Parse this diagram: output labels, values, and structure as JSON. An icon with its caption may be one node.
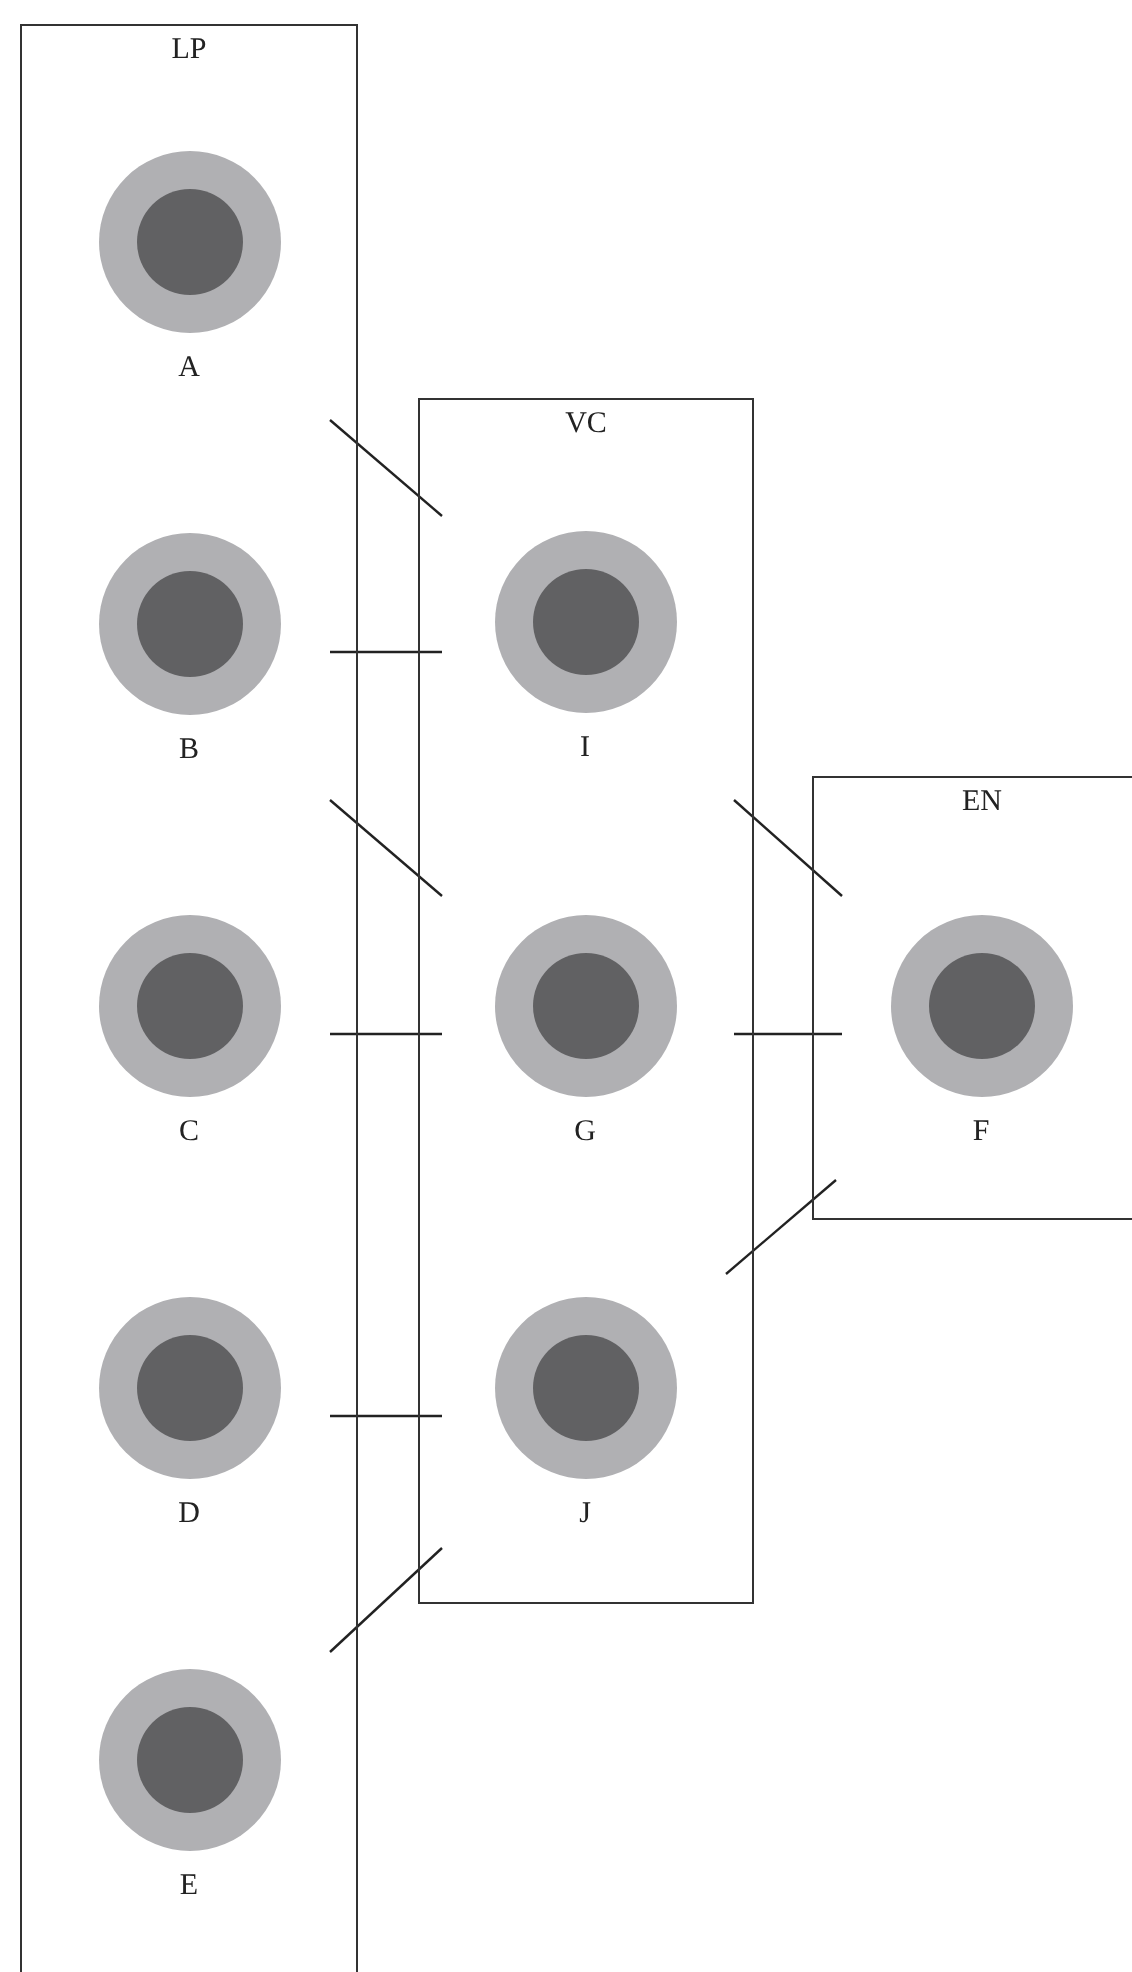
{
  "diagram": {
    "nodes": [
      {
        "text": [
          "LP"
        ]
      },
      {
        "text": [
          "A"
        ],
        "in": 0
      },
      {
        "text": [
          "B"
        ],
        "in": 0
      },
      {
        "text": [
          "C"
        ],
        "in": 0
      },
      {
        "text": [
          "D"
        ],
        "in": 0
      },
      {
        "text": [
          "E"
        ],
        "in": 0
      },
      {
        "text": [
          "VC"
        ]
      },
      {
        "text": [
          "I"
        ],
        "in": 6
      },
      {
        "text": [
          "G"
        ],
        "in": 6
      },
      {
        "text": [
          "J"
        ],
        "in": 6
      },
      {
        "text": [
          "EN"
        ]
      },
      {
        "text": [
          "F"
        ],
        "in": 10
      }
    ],
    "edges": [
      {
        "from": 0,
        "to": 6,
        "arrow": "none"
      },
      {
        "from": 0,
        "to": 6,
        "arrow": "none"
      },
      {
        "from": 0,
        "to": 6,
        "arrow": "none"
      },
      {
        "from": 0,
        "to": 6,
        "arrow": "none"
      },
      {
        "from": 0,
        "to": 6,
        "arrow": "none"
      },
      {
        "from": 0,
        "to": 6,
        "arrow": "none"
      },
      {
        "from": 6,
        "to": 10,
        "arrow": "none"
      },
      {
        "from": 6,
        "to": 10,
        "arrow": "none"
      },
      {
        "from": 6,
        "to": 10,
        "arrow": "none"
      }
    ]
  }
}
